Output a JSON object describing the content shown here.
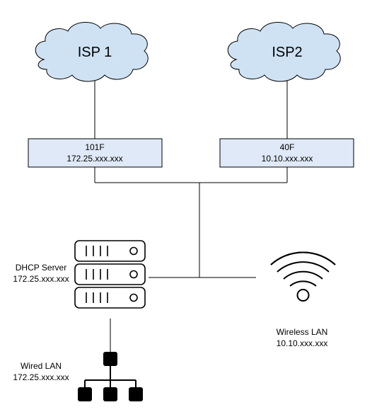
{
  "colors": {
    "cloud_fill": "#cfe2f3",
    "box_fill": "#dfe9f7",
    "stroke": "#000000"
  },
  "clouds": {
    "isp1": {
      "label": "ISP 1"
    },
    "isp2": {
      "label": "ISP2"
    }
  },
  "firewalls": {
    "fw101f": {
      "name": "101F",
      "ip": "172.25.xxx.xxx"
    },
    "fw40f": {
      "name": "40F",
      "ip": "10.10.xxx.xxx"
    }
  },
  "dhcp": {
    "label": "DHCP Server",
    "ip": "172.25.xxx.xxx",
    "icon": "server-rack-icon"
  },
  "wired": {
    "label": "Wired LAN",
    "ip": "172.25.xxx.xxx",
    "icon": "network-tree-icon"
  },
  "wireless": {
    "label": "Wireless LAN",
    "ip": "10.10.xxx.xxx",
    "icon": "wifi-icon"
  }
}
